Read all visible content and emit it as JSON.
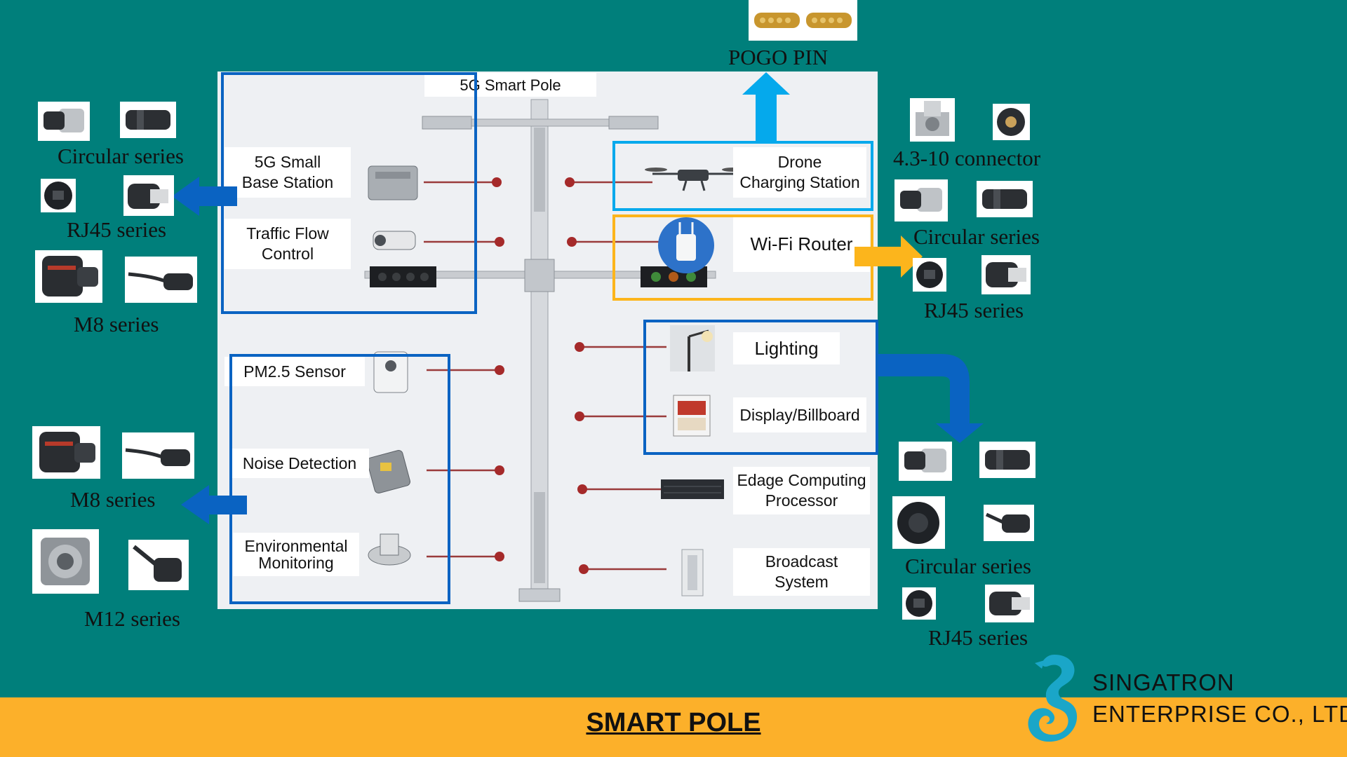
{
  "footer": {
    "title": "SMART POLE"
  },
  "brand": {
    "line1": "SINGATRON",
    "line2": "ENTERPRISE CO., LTD"
  },
  "pole": {
    "title": "5G Smart Pole"
  },
  "modules": {
    "small_cell": "5G Small\nBase Station",
    "traffic": "Traffic Flow\nControl",
    "pm25": "PM2.5 Sensor",
    "noise": "Noise Detection",
    "env": "Environmental\nMonitoring",
    "drone": "Drone\nCharging Station",
    "wifi": "Wi-Fi Router",
    "lighting": "Lighting",
    "display": "Display/Billboard",
    "edge": "Edage Computing\nProcessor",
    "broadcast": "Broadcast\nSystem"
  },
  "connectors": {
    "top": "POGO PIN",
    "left_top_circular": "Circular series",
    "left_top_rj45": "RJ45 series",
    "left_top_m8": "M8 series",
    "left_bottom_m8": "M8 series",
    "left_bottom_m12": "M12 series",
    "right_top_43": "4.3-10 connector",
    "right_top_circular": "Circular series",
    "right_top_rj45": "RJ45 series",
    "right_bottom_circular": "Circular series",
    "right_bottom_rj45": "RJ45 series"
  },
  "colors": {
    "background": "#007f7b",
    "footer": "#fcb02a",
    "blue": "#0a63c2",
    "cyan": "#05a9ec",
    "amber": "#fcb51c",
    "logo": "#1aa6c8"
  }
}
